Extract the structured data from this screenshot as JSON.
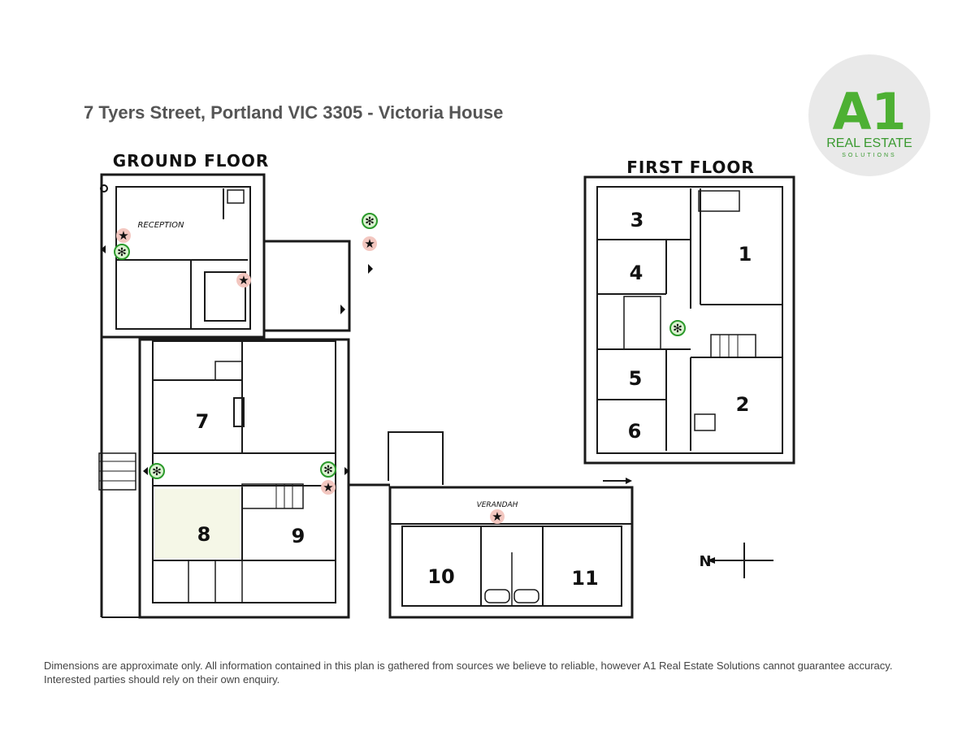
{
  "title": "7 Tyers Street, Portland VIC 3305 - Victoria House",
  "logo": {
    "big": "A1",
    "line1": "REAL ESTATE",
    "line2": "SOLUTIONS",
    "green": "#4db033",
    "dark_green": "#2e7d2a"
  },
  "ground_floor": {
    "heading": "GROUND FLOOR",
    "reception_label": "RECEPTION",
    "verandah_label": "VERANDAH",
    "rooms": [
      "7",
      "8",
      "9",
      "10",
      "11"
    ]
  },
  "first_floor": {
    "heading": "FIRST FLOOR",
    "rooms": [
      "3",
      "1",
      "4",
      "5",
      "2",
      "6"
    ]
  },
  "compass": {
    "north": "N"
  },
  "disclaimer": {
    "line1": "Dimensions are approximate only.  All information contained in this plan is gathered from sources we believe to reliable, however A1 Real Estate Solutions cannot guarantee accuracy.",
    "line2": "Interested parties should rely on their own enquiry."
  },
  "colors": {
    "wall": "#1a1a1a",
    "star_halo": "#f3c7c0",
    "extinguisher": "#2b9a2b",
    "room8_shade": "#f4f6e4"
  }
}
